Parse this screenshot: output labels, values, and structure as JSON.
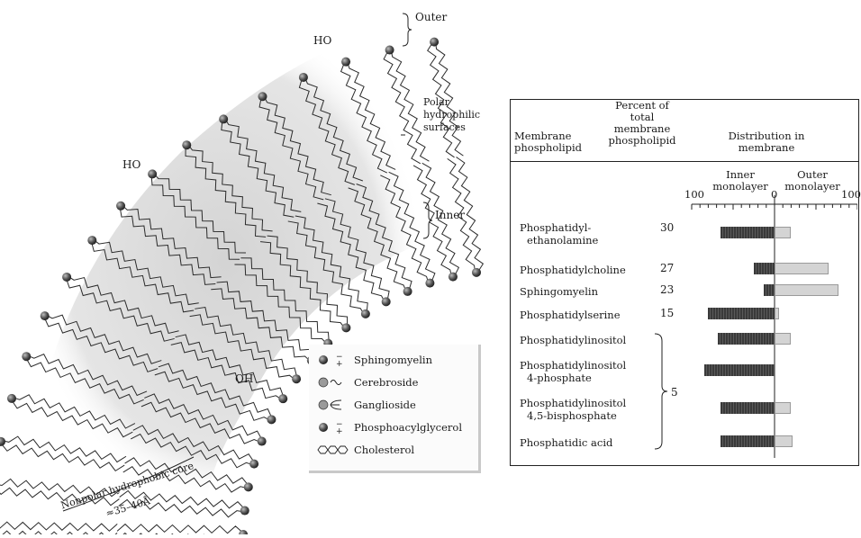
{
  "membrane_diagram": {
    "labels": {
      "outer": "Outer",
      "inner": "Inner",
      "polar_line1": "Polar",
      "polar_line2": "hydrophilic",
      "polar_line3": "surfaces",
      "ho_top": "HO",
      "ho_mid": "HO",
      "oh": "OH",
      "core_line1": "Nonpolar hydrophobic core",
      "core_line2": "≈35–40Å"
    },
    "legend": [
      {
        "icon": "sphingomyelin-headgroup-icon",
        "label": "Sphingomyelin"
      },
      {
        "icon": "cerebroside-headgroup-icon",
        "label": "Cerebroside"
      },
      {
        "icon": "ganglioside-headgroup-icon",
        "label": "Ganglioside"
      },
      {
        "icon": "phosphoacylglycerol-headgroup-icon",
        "label": "Phosphoacylglycerol"
      },
      {
        "icon": "cholesterol-ring-icon",
        "label": "Cholesterol"
      }
    ]
  },
  "chart_data": {
    "type": "table",
    "columns": {
      "phospholipid_line1": "Membrane",
      "phospholipid_line2": "phospholipid",
      "percent_line1": "Percent of",
      "percent_line2": "total",
      "percent_line3": "membrane",
      "percent_line4": "phospholipid",
      "distribution_line1": "Distribution in",
      "distribution_line2": "membrane"
    },
    "axis": {
      "inner_label_line1": "Inner",
      "inner_label_line2": "monolayer",
      "outer_label_line1": "Outer",
      "outer_label_line2": "monolayer",
      "tick_left": "100",
      "tick_zero": "0",
      "tick_right": "100",
      "range": [
        -100,
        100
      ]
    },
    "rows": [
      {
        "name_line1": "Phosphatidyl-",
        "name_line2": "ethanolamine",
        "percent": "30",
        "inner": 65,
        "outer": 20
      },
      {
        "name_line1": "Phosphatidylcholine",
        "name_line2": "",
        "percent": "27",
        "inner": 25,
        "outer": 65
      },
      {
        "name_line1": "Sphingomyelin",
        "name_line2": "",
        "percent": "23",
        "inner": 13,
        "outer": 77
      },
      {
        "name_line1": "Phosphatidylserine",
        "name_line2": "",
        "percent": "15",
        "inner": 80,
        "outer": 5
      },
      {
        "name_line1": "Phosphatidylinositol",
        "name_line2": "",
        "percent": "",
        "inner": 68,
        "outer": 20
      },
      {
        "name_line1": "Phosphatidylinositol",
        "name_line2": "4-phosphate",
        "percent": "",
        "inner": 85,
        "outer": 0
      },
      {
        "name_line1": "Phosphatidylinositol",
        "name_line2": "4,5-bisphosphate",
        "percent": "",
        "inner": 65,
        "outer": 20
      },
      {
        "name_line1": "Phosphatidic acid",
        "name_line2": "",
        "percent": "",
        "inner": 65,
        "outer": 22
      }
    ],
    "group_percent": "5",
    "colors": {
      "inner_bar": "#444444",
      "outer_bar": "#d4d4d4"
    }
  }
}
